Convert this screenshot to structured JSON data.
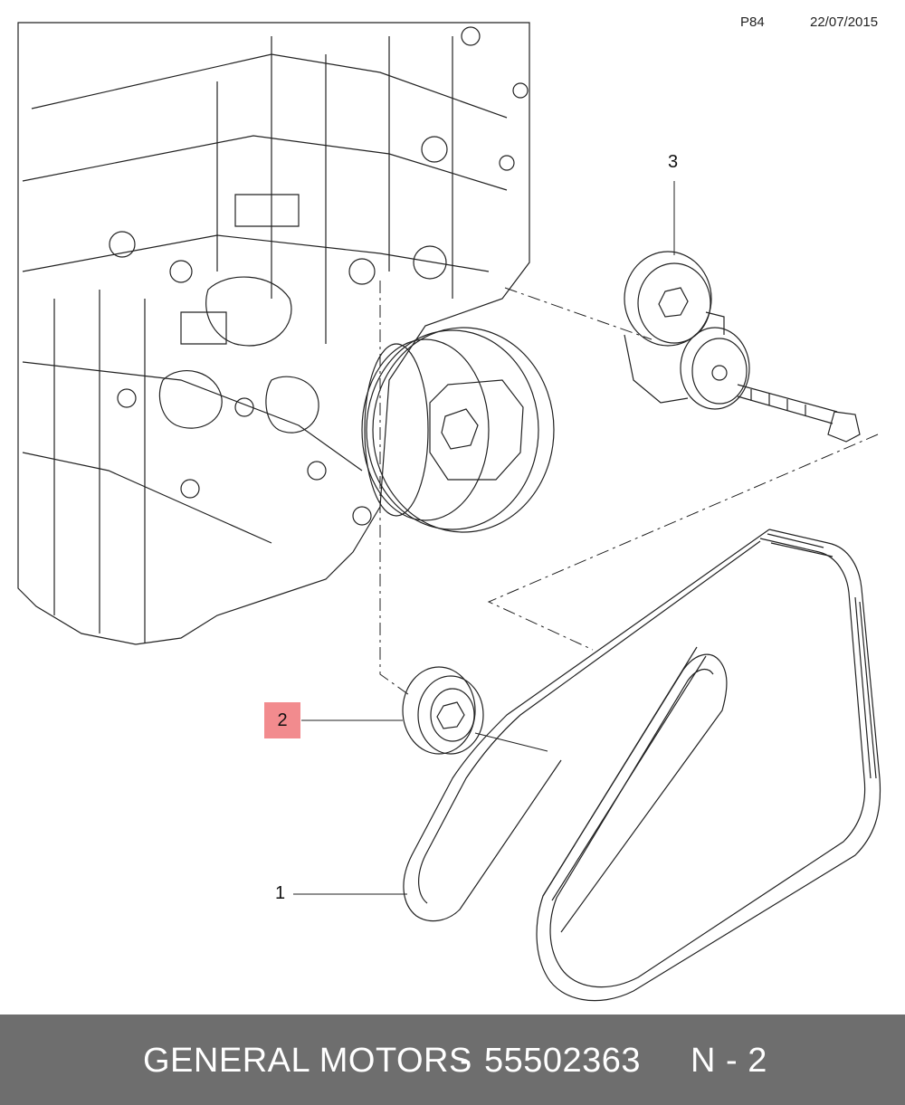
{
  "header": {
    "page": "P84",
    "date": "22/07/2015"
  },
  "callouts": {
    "belt": "1",
    "idler_pulley": "2",
    "tensioner": "3"
  },
  "colors": {
    "highlight": "#f28b8e",
    "footer_bg": "#6e6e6e",
    "footer_text": "#ffffff",
    "line": "#222222"
  },
  "footer": {
    "brand": "GENERAL MOTORS",
    "separator": "-",
    "part_number": "55502363",
    "quantity": "N - 2"
  }
}
